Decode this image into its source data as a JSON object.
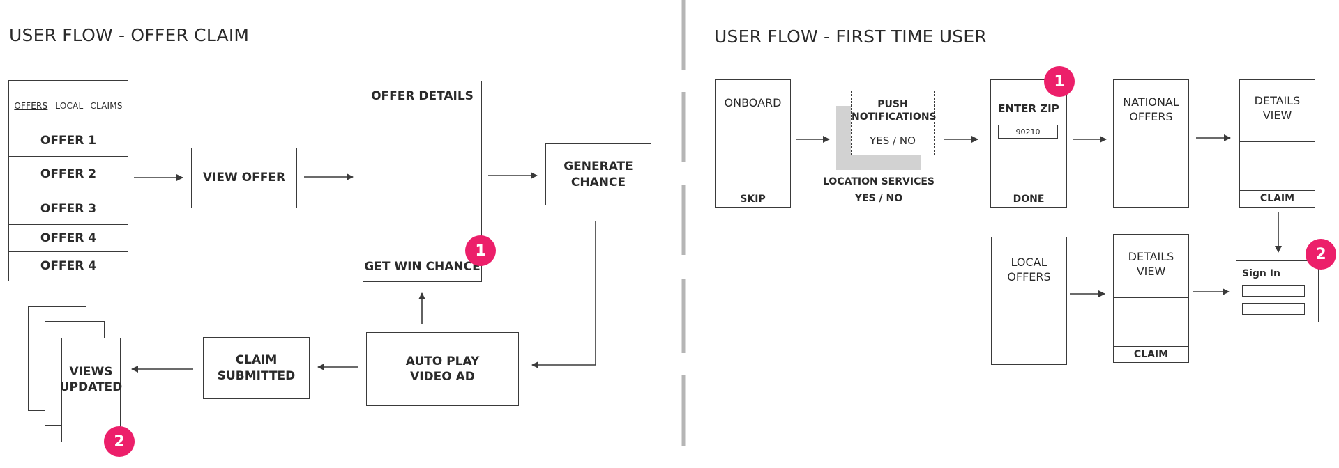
{
  "offer_claim": {
    "title": "USER FLOW - OFFER CLAIM",
    "list_tabs": {
      "offers": "OFFERS",
      "local": "LOCAL",
      "claims": "CLAIMS"
    },
    "offers": [
      "OFFER 1",
      "OFFER 2",
      "OFFER 3",
      "OFFER 4",
      "OFFER 4"
    ],
    "view_offer": "VIEW OFFER",
    "offer_details": "OFFER DETAILS",
    "get_win_chance": "GET WIN CHANCE",
    "generate_chance": "GENERATE\nCHANCE",
    "auto_play": "AUTO PLAY\nVIDEO AD",
    "claim_submitted": "CLAIM\nSUBMITTED",
    "views_updated": "VIEWS\nUPDATED",
    "badge_1": "1",
    "badge_2": "2"
  },
  "first_time": {
    "title": "USER FLOW - FIRST TIME USER",
    "onboard": "ONBOARD",
    "skip": "SKIP",
    "push": "PUSH\nNOTIFICATIONS",
    "push_yes_no": "YES / NO",
    "location": "LOCATION SERVICES",
    "location_yes_no": "YES / NO",
    "enter_zip": "ENTER ZIP",
    "zip_value": "90210",
    "done": "DONE",
    "national_offers": "NATIONAL\nOFFERS",
    "details_view_top": "DETAILS\nVIEW",
    "claim_top": "CLAIM",
    "local_offers": "LOCAL\nOFFERS",
    "details_view_bottom": "DETAILS\nVIEW",
    "claim_bottom": "CLAIM",
    "sign_in": "Sign In",
    "badge_1": "1",
    "badge_2": "2"
  }
}
